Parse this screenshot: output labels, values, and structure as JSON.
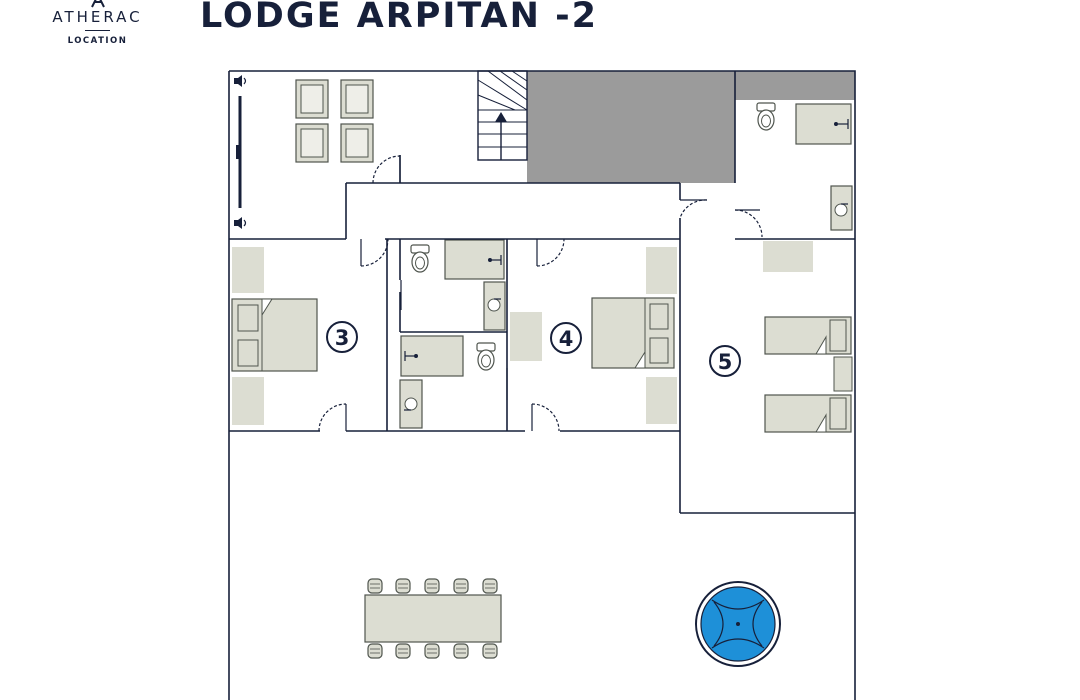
{
  "brand": {
    "name": "ATHERAC",
    "tagline": "LOCATION"
  },
  "title": "LODGE ARPITAN -2",
  "rooms": [
    {
      "number": "3"
    },
    {
      "number": "4"
    },
    {
      "number": "5"
    }
  ],
  "colors": {
    "wall": "#17203a",
    "furniture": "#dcddd2",
    "furniture_stroke": "#4f554e",
    "void": "#9b9b9b",
    "spa": "#1e90d8"
  }
}
